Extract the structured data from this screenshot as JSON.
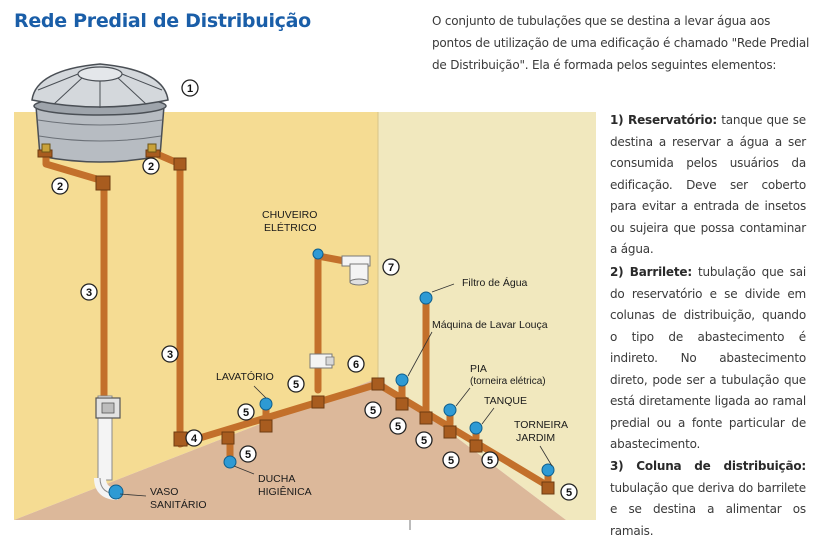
{
  "title": "Rede Predial de Distribuição",
  "intro": "O conjunto de tubulações que se destina a levar água aos pontos de utilização de uma edificação é chamado \"Rede Predial de Distribuição\". Ela é formada pelos seguintes elementos:",
  "definitions": [
    {
      "term": "1) Reservatório:",
      "text": "tanque que se destina a reservar a água a ser consumida pelos usuários da edificação. Deve ser coberto para evitar a entrada de insetos ou sujeira que possa contaminar a água."
    },
    {
      "term": "2) Barrilete:",
      "text": "tubulação que sai do reservatório e se divide em colunas de distribuição, quando o tipo de abastecimento é indireto. No abastecimento direto, pode ser a tubulação que está diretamente ligada ao ramal predial ou a fonte particular de abastecimento."
    },
    {
      "term": "3) Coluna de distribuição:",
      "text": "tubulação que deriva do barrilete e se destina a alimentar os ramais."
    }
  ],
  "diagram": {
    "labels": {
      "chuveiro_1": "CHUVEIRO",
      "chuveiro_2": "ELÉTRICO",
      "filtro": "Filtro de Água",
      "maquina": "Máquina de Lavar Louça",
      "pia_1": "PIA",
      "pia_2": "(torneira elétrica)",
      "tanque": "TANQUE",
      "lavatorio": "LAVATÓRIO",
      "torneira_1": "TORNEIRA",
      "torneira_2": "JARDIM",
      "ducha_1": "DUCHA",
      "ducha_2": "HIGIÊNICA",
      "vaso_1": "VASO",
      "vaso_2": "SANITÁRIO"
    },
    "markers": {
      "reservatorio": "1",
      "barrilete_left": "2",
      "barrilete_right": "2",
      "coluna_left": "3",
      "coluna_right": "3",
      "ramal": "4",
      "sub_lavatorio": "5",
      "sub_ducha": "5",
      "sub_corner": "5",
      "sub_wall_1": "5",
      "sub_wall_2": "5",
      "sub_wall_3": "5",
      "sub_floor_1": "5",
      "sub_floor_2": "5",
      "sub_jardim": "5",
      "registro": "6",
      "chuveiro": "7"
    },
    "colors": {
      "wall_left": "#f5dc93",
      "wall_right": "#f1e8be",
      "floor": "#dcb89a",
      "pipe_copper": "#c3702b",
      "pipe_white": "#f4f4f4",
      "fitting_blue": "#2e9ad4",
      "title_blue": "#1a5ea8"
    }
  }
}
